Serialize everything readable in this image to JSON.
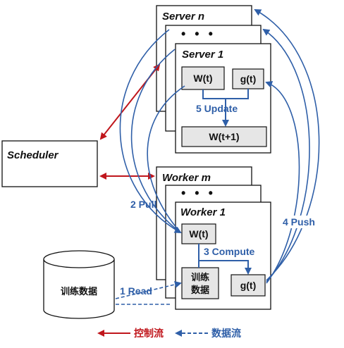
{
  "servers": {
    "back_label": "Server n",
    "dots": "• • •",
    "front_label": "Server 1",
    "w_t": "W(t)",
    "g_t": "g(t)",
    "update_label": "5 Update",
    "w_t1": "W(t+1)"
  },
  "scheduler": {
    "label": "Scheduler"
  },
  "workers": {
    "back_label": "Worker m",
    "dots": "• • •",
    "front_label": "Worker 1",
    "w_t": "W(t)",
    "compute_label": "3 Compute",
    "data_line1": "训练",
    "data_line2": "数据",
    "g_t": "g(t)"
  },
  "storage": {
    "label": "训练数据"
  },
  "flows": {
    "pull": "2 Pull",
    "read": "1 Read",
    "push": "4 Push"
  },
  "legend": {
    "control": "控制流",
    "data": "数据流"
  },
  "colors": {
    "control": "#c0161c",
    "data": "#2f5fa8",
    "box_fill": "#e6e6e6",
    "border": "#111111"
  }
}
